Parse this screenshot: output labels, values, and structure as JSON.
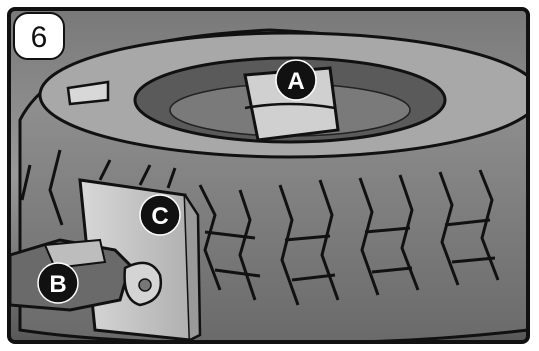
{
  "step_number": "6",
  "callouts": [
    {
      "letter": "A",
      "part": "wheel-rim-hub"
    },
    {
      "letter": "B",
      "part": "mounting-bracket"
    },
    {
      "letter": "C",
      "part": "tire-clamp-plate"
    }
  ],
  "colors": {
    "frame": "#111111",
    "photo_dark": "#4a4a4a",
    "photo_mid": "#8a8a8a",
    "photo_light": "#c8c8c8",
    "callout_fill": "#111111",
    "callout_text": "#ffffff",
    "step_badge_fill": "#ffffff"
  }
}
